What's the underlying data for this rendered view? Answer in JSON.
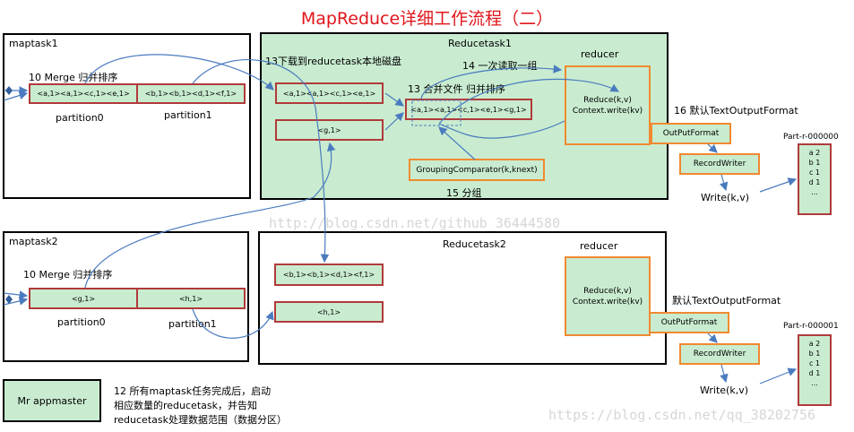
{
  "title": "MapReduce详细工作流程（二）",
  "maptask1": {
    "label": "maptask1",
    "merge_label": "10 Merge 归并排序",
    "p0_content": "<a,1><a,1><c,1><e,1>",
    "p1_content": "<b,1><b,1><d,1><f,1>",
    "p0_label": "partition0",
    "p1_label": "partition1"
  },
  "maptask2": {
    "label": "maptask2",
    "merge_label": "10 Merge 归并排序",
    "p0_content": "<g,1>",
    "p1_content": "<h,1>",
    "p0_label": "partition0",
    "p1_label": "partition1"
  },
  "reducetask1": {
    "label": "Reducetask1",
    "download_label": "13下载到reducetask本地磁盘",
    "read_label": "14 一次读取一组",
    "merge_label": "13 合并文件 归并排序",
    "d1": "<a,1><a,1><c,1><e,1>",
    "d2": "<g,1>",
    "merged": "<a,1><a,1><c,1><e,1><g,1>",
    "grouping": "GroupingComparator(k,knext)",
    "group_label": "15 分组",
    "reducer_label": "reducer",
    "reducer_text1": "Reduce(k,v)",
    "reducer_text2": "Context.write(kv)"
  },
  "reducetask2": {
    "label": "Reducetask2",
    "d1": "<b,1><b,1><d,1><f,1>",
    "d2": "<h,1>",
    "reducer_label": "reducer",
    "reducer_text1": "Reduce(k,v)",
    "reducer_text2": "Context.write(kv)"
  },
  "output1": {
    "format_label": "16 默认TextOutputFormat",
    "outputformat": "OutPutFormat",
    "recordwriter": "RecordWriter",
    "write": "Write(k,v)",
    "file": "Part-r-000000",
    "rows": [
      "a 2",
      "b 1",
      "c 1",
      "d 1",
      "..."
    ]
  },
  "output2": {
    "format_label": "默认TextOutputFormat",
    "outputformat": "OutPutFormat",
    "recordwriter": "RecordWriter",
    "write": "Write(k,v)",
    "file": "Part-r-000001",
    "rows": [
      "a 2",
      "b 1",
      "c 1",
      "d 1",
      "..."
    ]
  },
  "appmaster": {
    "label": "Mr appmaster",
    "note1": "12 所有maptask任务完成后，启动",
    "note2": "相应数量的reducetask，并告知",
    "note3": "reducetask处理数据范围（数据分区）"
  },
  "watermarks": {
    "w1": "http://blog.csdn.net/github_36444580",
    "w2": "https://blog.csdn.net/qq_38202756"
  },
  "colors": {
    "title": "#e0161b",
    "fill": "#c9ecd0",
    "cell_border": "#b03a3a",
    "orange_border": "#f08a30",
    "arrow": "#4a7bbf"
  }
}
